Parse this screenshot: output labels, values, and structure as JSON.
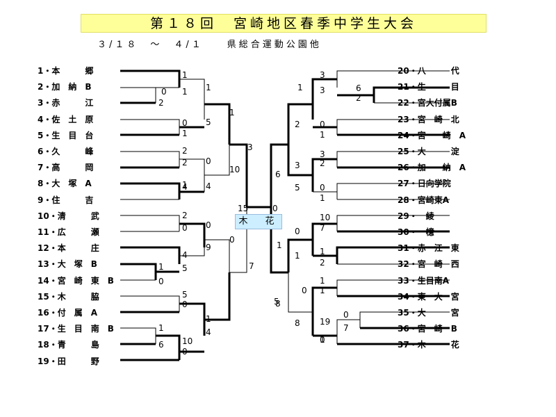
{
  "title": "第１８回　宮崎地区春季中学生大会",
  "subtitle": "３/１８　～　４/１　　県総合運動公園他",
  "champion": "木　花",
  "left_teams": [
    "1・本　　　郷",
    "2・加　納　B",
    "3・赤　　　江",
    "4・佐　土　原",
    "5・生　目　台",
    "6・久　　　峰",
    "7・高　　　岡",
    "8・大　塚　A",
    "9・住　　　吉",
    "10・清　　　武",
    "11・広　　　瀬",
    "12・本　　　庄",
    "13・大　塚　B",
    "14・宮　崎　東　B",
    "15・木　　　脇",
    "16・付　属　A",
    "17・生　目　南　B",
    "18・青　　　島",
    "19・田　　　野"
  ],
  "right_teams": [
    "20・八　　　代",
    "21・生　　　目",
    "22・宮大付属B",
    "23・宮　崎　北",
    "24・宮　　崎　A",
    "25・大　　　淀",
    "26・加　　納　A",
    "27・日向学院",
    "28・宮崎東A",
    "29・　綾",
    "30・　檍",
    "31・赤　江　東",
    "32・宮　崎　西",
    "33・生目南A",
    "34・東　大　宮",
    "35・大　　　宮",
    "36・宮　崎　B",
    "37・木　　　花"
  ],
  "scores": [
    "1",
    "0",
    "1",
    "1",
    "2",
    "0",
    "1",
    "5",
    "2",
    "2",
    "0",
    "4",
    "1",
    "4",
    "1",
    "10",
    "3",
    "2",
    "0",
    "0",
    "9",
    "4",
    "1",
    "5",
    "0",
    "0",
    "5",
    "0",
    "1",
    "4",
    "1",
    "6",
    "10",
    "0",
    "7",
    "15",
    "0",
    "3",
    "3",
    "1",
    "6",
    "2",
    "0",
    "1",
    "2",
    "3",
    "2",
    "6",
    "3",
    "5",
    "0",
    "1",
    "1",
    "0",
    "10",
    "7",
    "1",
    "1",
    "2",
    "0",
    "1",
    "1",
    "5",
    "8",
    "19",
    "0",
    "7",
    "0",
    "1",
    "8"
  ]
}
